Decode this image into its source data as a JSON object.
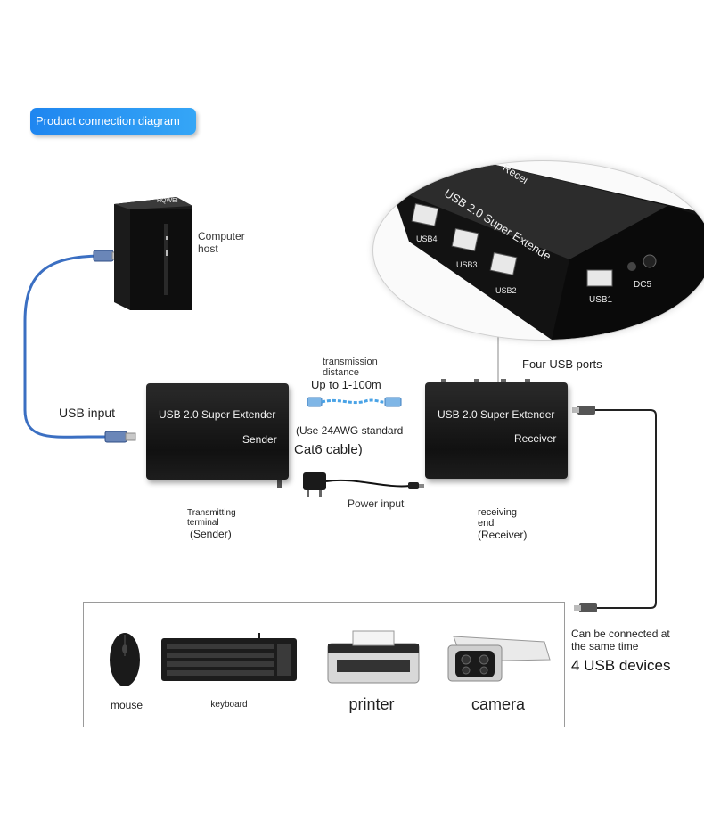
{
  "header": {
    "badge": "Product connection diagram"
  },
  "computer": {
    "brand": "HQWEI",
    "label_line1": "Computer",
    "label_line2": "host"
  },
  "usb_input": "USB input",
  "sender": {
    "title": "USB 2.0 Super Extender",
    "role": "Sender",
    "caption_line1": "Transmitting",
    "caption_line2": "terminal",
    "caption_line3": "(Sender)"
  },
  "receiver": {
    "title": "USB 2.0 Super Extender",
    "role": "Receiver",
    "caption_line1": "receiving",
    "caption_line2": "end",
    "caption_line3": "(Receiver)"
  },
  "transmission": {
    "line1": "transmission",
    "line2": "distance",
    "line3": "Up to 1-100m",
    "cable_line1": "(Use 24AWG standard",
    "cable_line2": "Cat6 cable)"
  },
  "power_input": "Power input",
  "four_usb_ports": "Four USB ports",
  "zoom": {
    "device_text": "USB 2.0 Super Extende",
    "device_text2": "Recei",
    "ports": [
      "USB4",
      "USB3",
      "USB2",
      "USB1",
      "DC5"
    ]
  },
  "devices": {
    "items": [
      "mouse",
      "keyboard",
      "printer",
      "camera"
    ],
    "note_line1": "Can be connected at",
    "note_line2": "the same time",
    "note_line3": "4 USB devices"
  },
  "colors": {
    "badge": "#1f86f0",
    "blue_cable": "#3b6fc2",
    "lan_cable": "#4aa3e6",
    "box": "#141414"
  }
}
